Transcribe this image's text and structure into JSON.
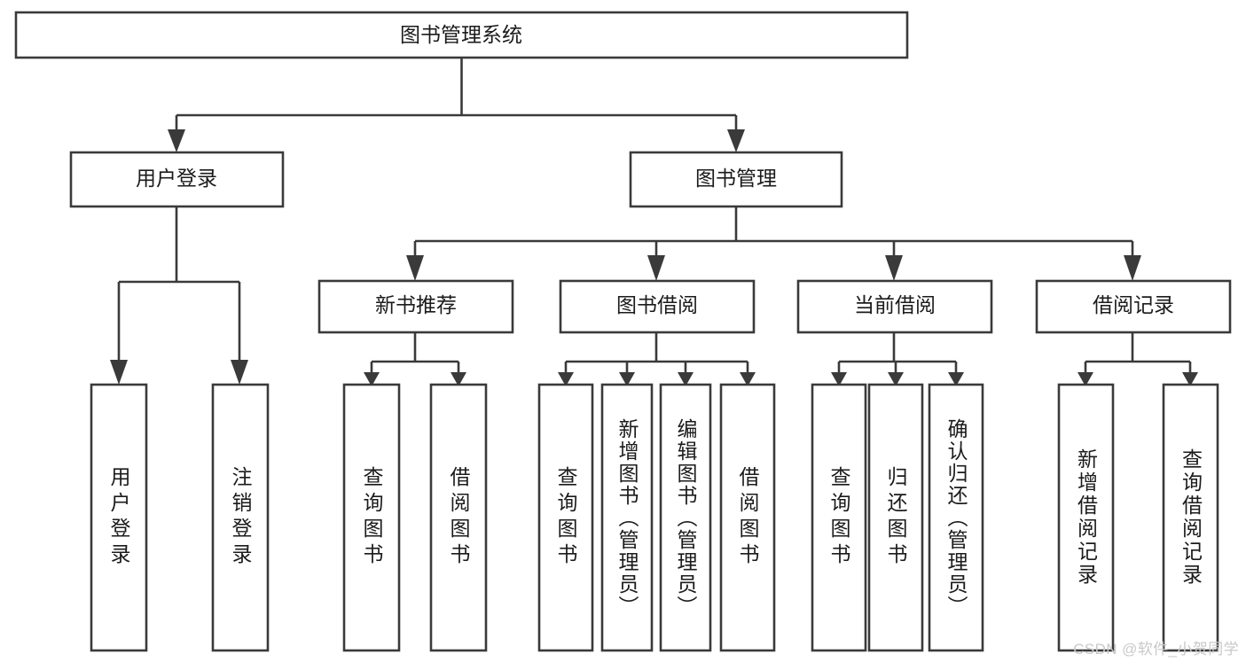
{
  "diagram": {
    "title": "图书管理系统",
    "type": "tree-hierarchy-diagram",
    "watermark": "CSDN @软件_小贺同学",
    "colors": {
      "background": "#ffffff",
      "box_stroke": "#3a3a3a",
      "box_fill": "#ffffff",
      "text": "#1b1b1b",
      "watermark": "#c9c9c9"
    },
    "root": {
      "label": "图书管理系统"
    },
    "level2": [
      {
        "label": "用户登录"
      },
      {
        "label": "图书管理"
      }
    ],
    "level3": [
      {
        "label": "新书推荐"
      },
      {
        "label": "图书借阅"
      },
      {
        "label": "当前借阅"
      },
      {
        "label": "借阅记录"
      }
    ],
    "leaves": {
      "user_login": [
        {
          "label": "用户登录"
        },
        {
          "label": "注销登录"
        }
      ],
      "new_book_recommend": [
        {
          "label": "查询图书"
        },
        {
          "label": "借阅图书"
        }
      ],
      "book_borrow": [
        {
          "label": "查询图书"
        },
        {
          "label": "新增图书（管理员）"
        },
        {
          "label": "编辑图书（管理员）"
        },
        {
          "label": "借阅图书"
        }
      ],
      "current_borrow": [
        {
          "label": "查询图书"
        },
        {
          "label": "归还图书"
        },
        {
          "label": "确认归还（管理员）"
        }
      ],
      "borrow_record": [
        {
          "label": "新增借阅记录"
        },
        {
          "label": "查询借阅记录"
        }
      ]
    }
  }
}
